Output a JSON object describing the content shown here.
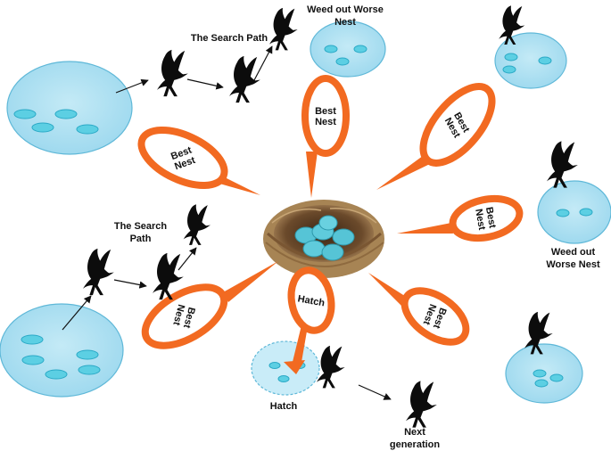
{
  "colors": {
    "pond_fill": "#a9def0",
    "pond_stroke": "#5fb8d8",
    "egg_fill": "#5ccfe3",
    "orange": "#f26a21",
    "bird": "#0c0c0c",
    "arrow": "#111111"
  },
  "labels": {
    "search_path_top": "The Search Path",
    "search_path_left": "The Search Path",
    "weed_out_top": "Weed out Worse Nest",
    "weed_out_right": "Weed out Worse Nest",
    "hatch_bottom": "Hatch",
    "next_generation": "Next generation"
  },
  "callouts": [
    {
      "id": "upper-left",
      "text": "Best Nest"
    },
    {
      "id": "top",
      "text": "Best Nest"
    },
    {
      "id": "upper-right",
      "text": "Best Nest"
    },
    {
      "id": "right",
      "text": "Best Nest"
    },
    {
      "id": "lower-right",
      "text": "Best Nest"
    },
    {
      "id": "lower-left",
      "text": "Best Nest"
    },
    {
      "id": "hatch",
      "text": "Hatch"
    }
  ],
  "icons": [
    "cuckoo-bird-icon",
    "nest-icon",
    "egg-icon",
    "pond-icon",
    "arrow-icon"
  ]
}
